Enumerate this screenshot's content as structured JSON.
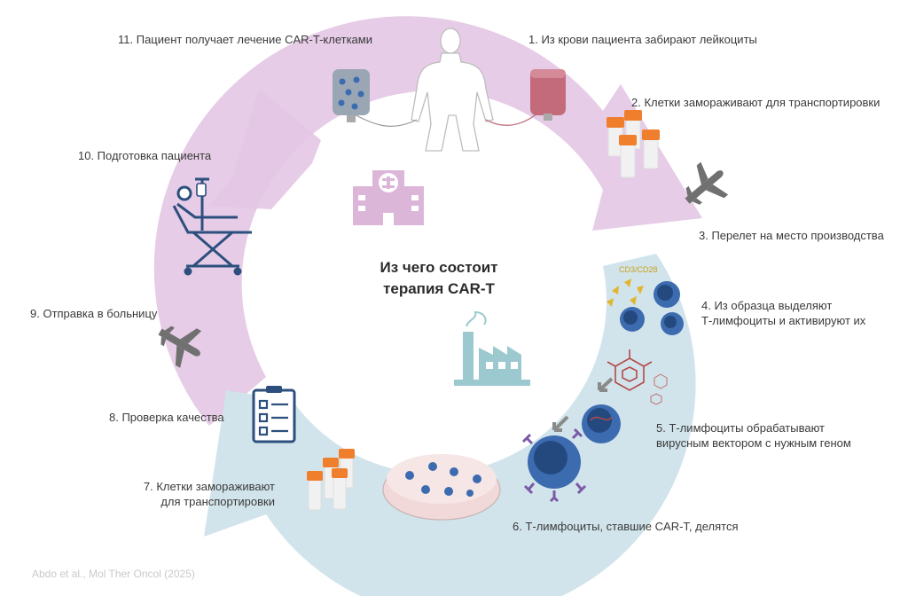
{
  "diagram": {
    "center_title": "Из чего состоит\nтерапия CAR-T",
    "center_title_lines": [
      "Из чего состоит",
      "терапия CAR-T"
    ],
    "steps": [
      {
        "num": 1,
        "text": "1. Из крови пациента забирают лейкоциты"
      },
      {
        "num": 2,
        "text": "2. Клетки замораживают для транспортировки"
      },
      {
        "num": 3,
        "text": "3. Перелет на место производства"
      },
      {
        "num": 4,
        "text_lines": [
          "4. Из образца выделяют",
          "Т-лимфоциты и активируют их"
        ]
      },
      {
        "num": 5,
        "text_lines": [
          "5. Т-лимфоциты обрабатывают",
          "вирусным вектором с нужным геном"
        ]
      },
      {
        "num": 6,
        "text": "6. Т-лимфоциты, ставшие CAR-T, делятся"
      },
      {
        "num": 7,
        "text_lines": [
          "7. Клетки замораживают",
          "для транспортировки"
        ]
      },
      {
        "num": 8,
        "text": "8. Проверка качества"
      },
      {
        "num": 9,
        "text": "9. Отправка в больницу"
      },
      {
        "num": 10,
        "text": "10. Подготовка пациента"
      },
      {
        "num": 11,
        "text": "11. Пациент получает лечение CAR-T-клетками"
      }
    ],
    "marker_label": "CD3/CD28",
    "citation": "Abdo et al., Mol Ther Oncol (2025)",
    "colors": {
      "pink_arc": "#e3c6e3",
      "blue_arc": "#cfe3ea",
      "icon_pink": "#dcb6d9",
      "icon_teal": "#9cc9cf",
      "icon_gray": "#707070",
      "cell_blue": "#3c6bb0",
      "tube_orange": "#ef7f2d"
    },
    "icons": [
      "body-icon",
      "blood-bag-icon",
      "frozen-tubes-icon",
      "airplane-icon",
      "t-cells-icon",
      "viral-vector-icon",
      "car-t-cell-icon",
      "petri-dish-icon",
      "checklist-icon",
      "hospital-bed-icon",
      "iv-bag-icon",
      "hospital-icon",
      "factory-icon"
    ]
  }
}
